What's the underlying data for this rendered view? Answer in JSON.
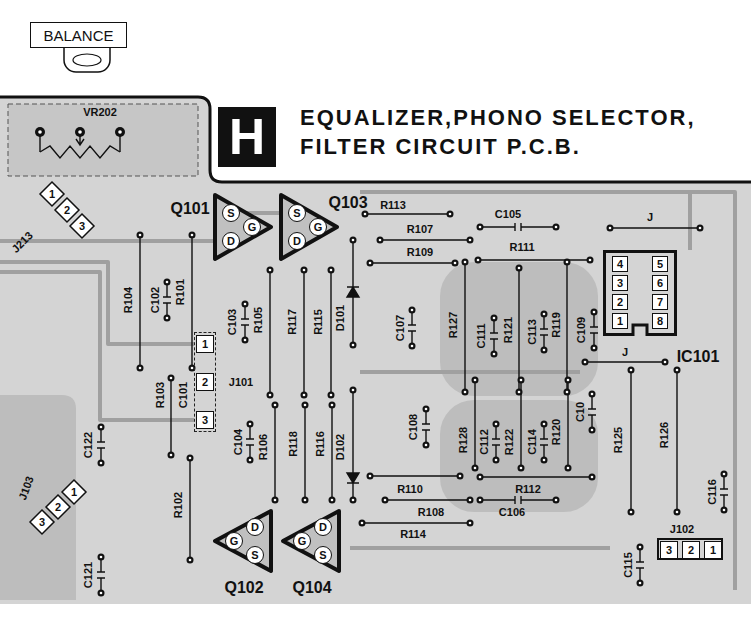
{
  "diagram": {
    "title": "EQUALIZER,PHONO SELECTOR, FILTER CIRCUIT P.C.B.",
    "nodes": [
      {
        "text": [
          "BALANCE"
        ]
      },
      {
        "text": [
          "H"
        ]
      },
      {
        "text": [
          "1"
        ]
      },
      {
        "text": [
          "2"
        ]
      },
      {
        "text": [
          "3"
        ]
      },
      {
        "text": [
          "S",
          "G",
          "D"
        ]
      },
      {
        "text": [
          "S",
          "G",
          "D"
        ]
      },
      {
        "text": [
          "J101"
        ]
      },
      {
        "text": [
          "1"
        ],
        "in": 7
      },
      {
        "text": [
          "2"
        ],
        "in": 7
      },
      {
        "text": [
          "3"
        ],
        "in": 7
      },
      {
        "text": [
          "IC101"
        ]
      },
      {
        "text": [
          "4"
        ],
        "in": 11
      },
      {
        "text": [
          "5"
        ],
        "in": 11
      },
      {
        "text": [
          "3"
        ],
        "in": 11
      },
      {
        "text": [
          "6"
        ],
        "in": 11
      },
      {
        "text": [
          "2"
        ],
        "in": 11
      },
      {
        "text": [
          "7"
        ],
        "in": 11
      },
      {
        "text": [
          "1"
        ],
        "in": 11
      },
      {
        "text": [
          "8"
        ],
        "in": 11
      },
      {
        "text": [
          "1"
        ]
      },
      {
        "text": [
          "2"
        ]
      },
      {
        "text": [
          "3"
        ]
      },
      {
        "text": [
          "D",
          "G",
          "S"
        ]
      },
      {
        "text": [
          "D",
          "G",
          "S"
        ]
      },
      {
        "text": [
          "J102"
        ]
      },
      {
        "text": [
          "3"
        ],
        "in": 25
      },
      {
        "text": [
          "2"
        ],
        "in": 25
      },
      {
        "text": [
          "1"
        ],
        "in": 25
      }
    ],
    "labels": [
      "VR202",
      "J213",
      "Q101",
      "Q103",
      "R113",
      "R107",
      "C105",
      "R111",
      "R109",
      "J",
      "R104",
      "C102",
      "R101",
      "C103",
      "R105",
      "R117",
      "R115",
      "D101",
      "C107",
      "R127",
      "C111",
      "R121",
      "C113",
      "R119",
      "C109",
      "C122",
      "R103",
      "C101",
      "C104",
      "R106",
      "R118",
      "R116",
      "D102",
      "C108",
      "R128",
      "C112",
      "R122",
      "C114",
      "R120",
      "C10",
      "J",
      "R125",
      "R126",
      "J103",
      "C121",
      "R102",
      "R110",
      "R112",
      "R108",
      "C106",
      "R114",
      "C115",
      "C116",
      "Q102",
      "Q104"
    ]
  }
}
